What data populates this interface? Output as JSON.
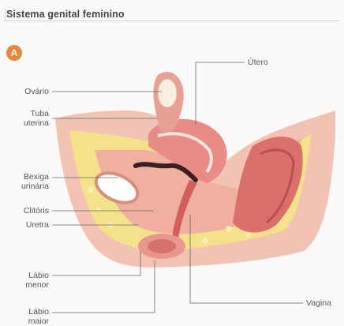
{
  "header": {
    "title": "Sistema genital feminino"
  },
  "badge": {
    "label": "A"
  },
  "labels": {
    "ovario": "Ovário",
    "tuba_1": "Tuba",
    "tuba_2": "uterina",
    "bexiga_1": "Bexiga",
    "bexiga_2": "urinária",
    "clitoris": "Clitóris",
    "uretra": "Uretra",
    "labio_menor_1": "Lábio",
    "labio_menor_2": "menor",
    "labio_maior_1": "Lábio",
    "labio_maior_2": "maior",
    "utero": "Útero",
    "vagina": "Vagina"
  },
  "colors": {
    "accent": "#e8863a",
    "tissue": "#f0b7a6",
    "muscle": "#dd7f78",
    "fat": "#f3e28a",
    "leader": "#666666"
  }
}
